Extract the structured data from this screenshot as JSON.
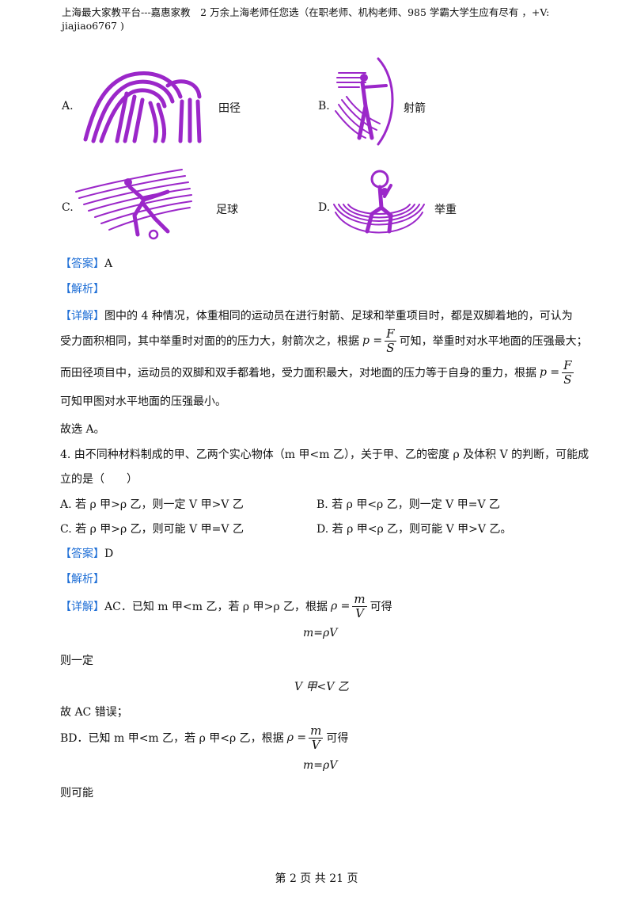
{
  "header": {
    "line1": "上海最大家教平台---嘉惠家教　2 万余上海老师任您选（在职老师、机构老师、985 学霸大学生应有尽有 ，+V:",
    "line2": "jiajiao6767 )"
  },
  "q3_options": {
    "a_letter": "A.",
    "a_text": "田径",
    "b_letter": "B.",
    "b_text": "射箭",
    "c_letter": "C.",
    "c_text": "足球",
    "d_letter": "D.",
    "d_text": "举重"
  },
  "q3_answer": {
    "label": "【答案】",
    "value": "A"
  },
  "q3_analysis": {
    "label": "【解析】"
  },
  "q3_detail": {
    "label": "【详解】",
    "line1": "图中的 4 种情况，体重相同的运动员在进行射箭、足球和举重项目时，都是双脚着地的，可认为",
    "line2a": "受力面积相同，其中举重时对面的的压力大，射箭次之，根据",
    "line2b": "可知，举重时对水平地面的压强最大；",
    "line3a": "而田径项目中，运动员的双脚和双手都着地，受力面积最大，对地面的压力等于自身的重力，根据",
    "line4": "可知甲图对水平地面的压强最小。",
    "p_eq": "p =",
    "frac_num": "F",
    "frac_den": "S"
  },
  "q3_choice": "故选 A。",
  "q4": {
    "line1": "4. 由不同种材料制成的甲、乙两个实心物体（m 甲<m 乙），关于甲、乙的密度 ρ 及体积 V 的判断，可能成",
    "line2": "立的是（　　）",
    "opt_a": "A. 若 ρ 甲>ρ 乙，则一定 V 甲>V 乙",
    "opt_b": "B. 若 ρ 甲<ρ 乙，则一定 V 甲=V 乙",
    "opt_c": "C. 若 ρ 甲>ρ 乙，则可能 V 甲=V 乙",
    "opt_d": "D. 若 ρ 甲<ρ 乙，则可能 V 甲>V 乙。"
  },
  "q4_answer": {
    "label": "【答案】",
    "value": "D"
  },
  "q4_analysis": {
    "label": "【解析】"
  },
  "q4_detail": {
    "label": "【详解】",
    "ac_line": "AC．已知 m 甲<m 乙，若 ρ 甲>ρ 乙，根据",
    "rho_eq": "ρ =",
    "frac_num": "m",
    "frac_den": "V",
    "then": "可得",
    "formula1": "m=ρV",
    "then_certain": "则一定",
    "v_result": "V 甲<V 乙",
    "ac_wrong": "故 AC 错误；",
    "bd_line": "BD．已知 m 甲<m 乙，若 ρ 甲<ρ 乙，根据",
    "formula2": "m=ρV",
    "then_possible": "则可能"
  },
  "footer": {
    "page": "第 2 页 共 21 页"
  },
  "colors": {
    "pictogram": "#9b27c9",
    "answer_label": "#1f6fd6"
  },
  "icons": [
    "running-pictogram-icon",
    "archery-pictogram-icon",
    "football-pictogram-icon",
    "weightlifting-pictogram-icon"
  ]
}
